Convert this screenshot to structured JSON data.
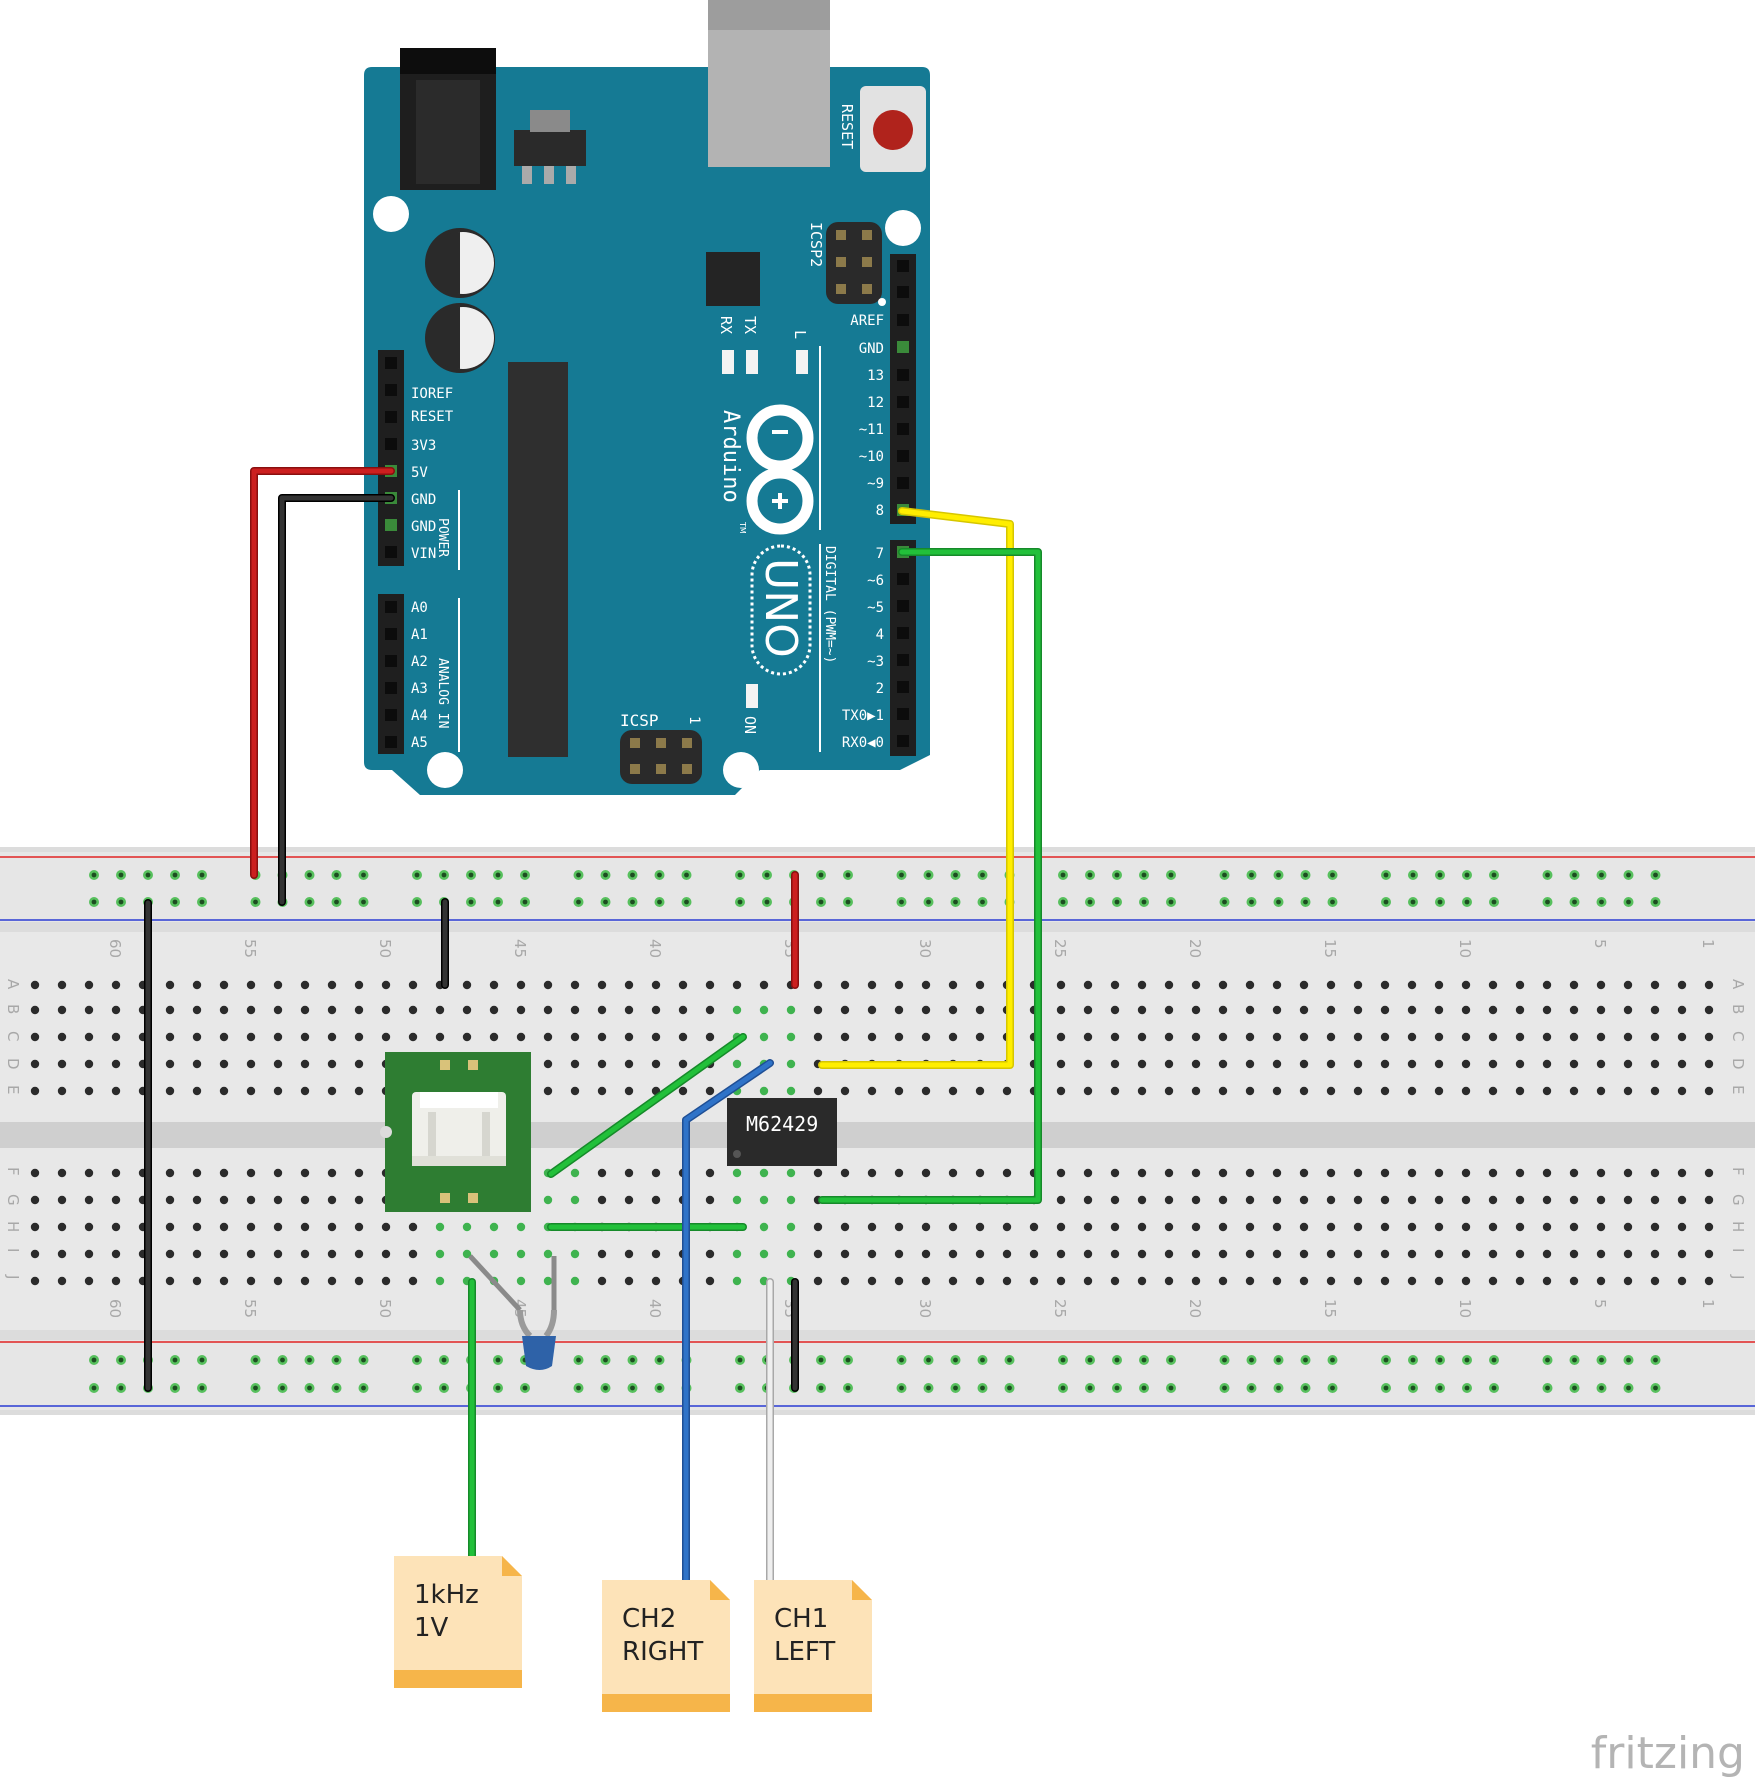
{
  "arduino": {
    "board_name": "UNO",
    "brand": "Arduino",
    "trademark": "TM",
    "reset_label": "RESET",
    "icsp2_label": "ICSP2",
    "icsp_label": "ICSP",
    "icsp_pin1": "1",
    "on_label": "ON",
    "tx_label": "TX",
    "rx_label": "RX",
    "l_label": "L",
    "digital_label": "DIGITAL (PWM=~)",
    "power_label": "POWER",
    "analog_label": "ANALOG IN",
    "power_pins": [
      "IOREF",
      "RESET",
      "3V3",
      "5V",
      "GND",
      "GND",
      "VIN"
    ],
    "analog_pins": [
      "A0",
      "A1",
      "A2",
      "A3",
      "A4",
      "A5"
    ],
    "digital_pins_top": [
      "AREF",
      "GND",
      "13",
      "12",
      "~11",
      "~10",
      "~9",
      "8"
    ],
    "digital_pins_bottom": [
      "7",
      "~6",
      "~5",
      "4",
      "~3",
      "2",
      "TX0▶1",
      "RX0◀0"
    ]
  },
  "breadboard": {
    "column_numbers": [
      "1",
      "5",
      "10",
      "15",
      "20",
      "25",
      "30",
      "35",
      "40",
      "45",
      "50",
      "55",
      "60"
    ],
    "row_letters_top": [
      "A",
      "B",
      "C",
      "D",
      "E"
    ],
    "row_letters_bottom": [
      "F",
      "G",
      "H",
      "I",
      "J"
    ]
  },
  "chip": {
    "label": "M62429"
  },
  "notes": [
    {
      "lines": [
        "1kHz",
        "1V"
      ]
    },
    {
      "lines": [
        "CH2",
        "RIGHT"
      ]
    },
    {
      "lines": [
        "CH1",
        "LEFT"
      ]
    }
  ],
  "watermark": "fritzing",
  "colors": {
    "board": "#157a94",
    "wire_red": "#cc1f1f",
    "wire_black": "#222222",
    "wire_yellow": "#ffee00",
    "wire_green": "#22b53a",
    "wire_blue": "#2f73c8",
    "wire_gray": "#d0d0d0",
    "note_fill": "#fde3b8",
    "note_band": "#f6b54a"
  }
}
